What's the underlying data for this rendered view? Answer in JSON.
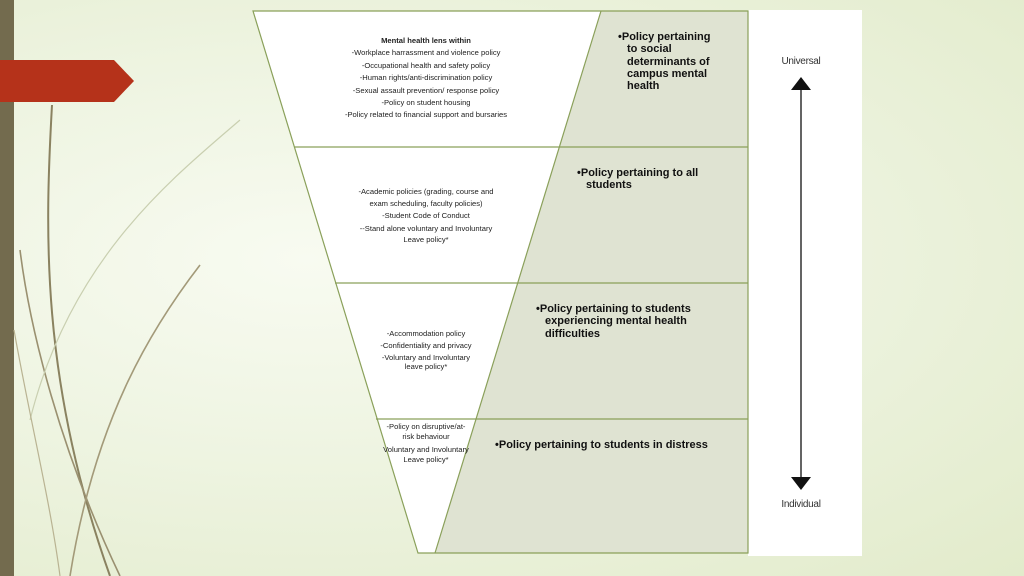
{
  "left_lines": [
    "Mental health lens within",
    "-Workplace harrassment and violence policy",
    "-Occupational health and safety policy",
    "-Human rights/anti-discrimination policy",
    "-Sexual assault prevention/ response policy",
    "-Policy on  student housing",
    "-Policy related to financial support and bursaries",
    "-Academic policies (grading, course and",
    "exam scheduling, faculty policies)",
    "-Student Code of Conduct",
    "--Stand alone voluntary and Involuntary",
    "Leave  policy*",
    "-Accommodation policy",
    "-Confidentiality and privacy",
    "-Voluntary and Involuntary",
    "leave policy*",
    "-Policy on disruptive/at-",
    "risk behaviour",
    "Voluntary and Involuntary",
    "Leave policy*"
  ],
  "right_lines": [
    "•Policy pertaining",
    "to social",
    "determinants of",
    "campus mental",
    "health",
    "•Policy pertaining to all",
    "students",
    "•Policy pertaining to students",
    "experiencing mental health",
    "difficulties",
    "•Policy pertaining to students in distress"
  ],
  "axis": {
    "top_label": "Universal",
    "bottom_label": "Individual"
  },
  "colors": {
    "outline": "#8aa05a",
    "shaded": "#dfe3d2",
    "accent_tab": "#b5321a",
    "side_bar": "#736b4e"
  }
}
